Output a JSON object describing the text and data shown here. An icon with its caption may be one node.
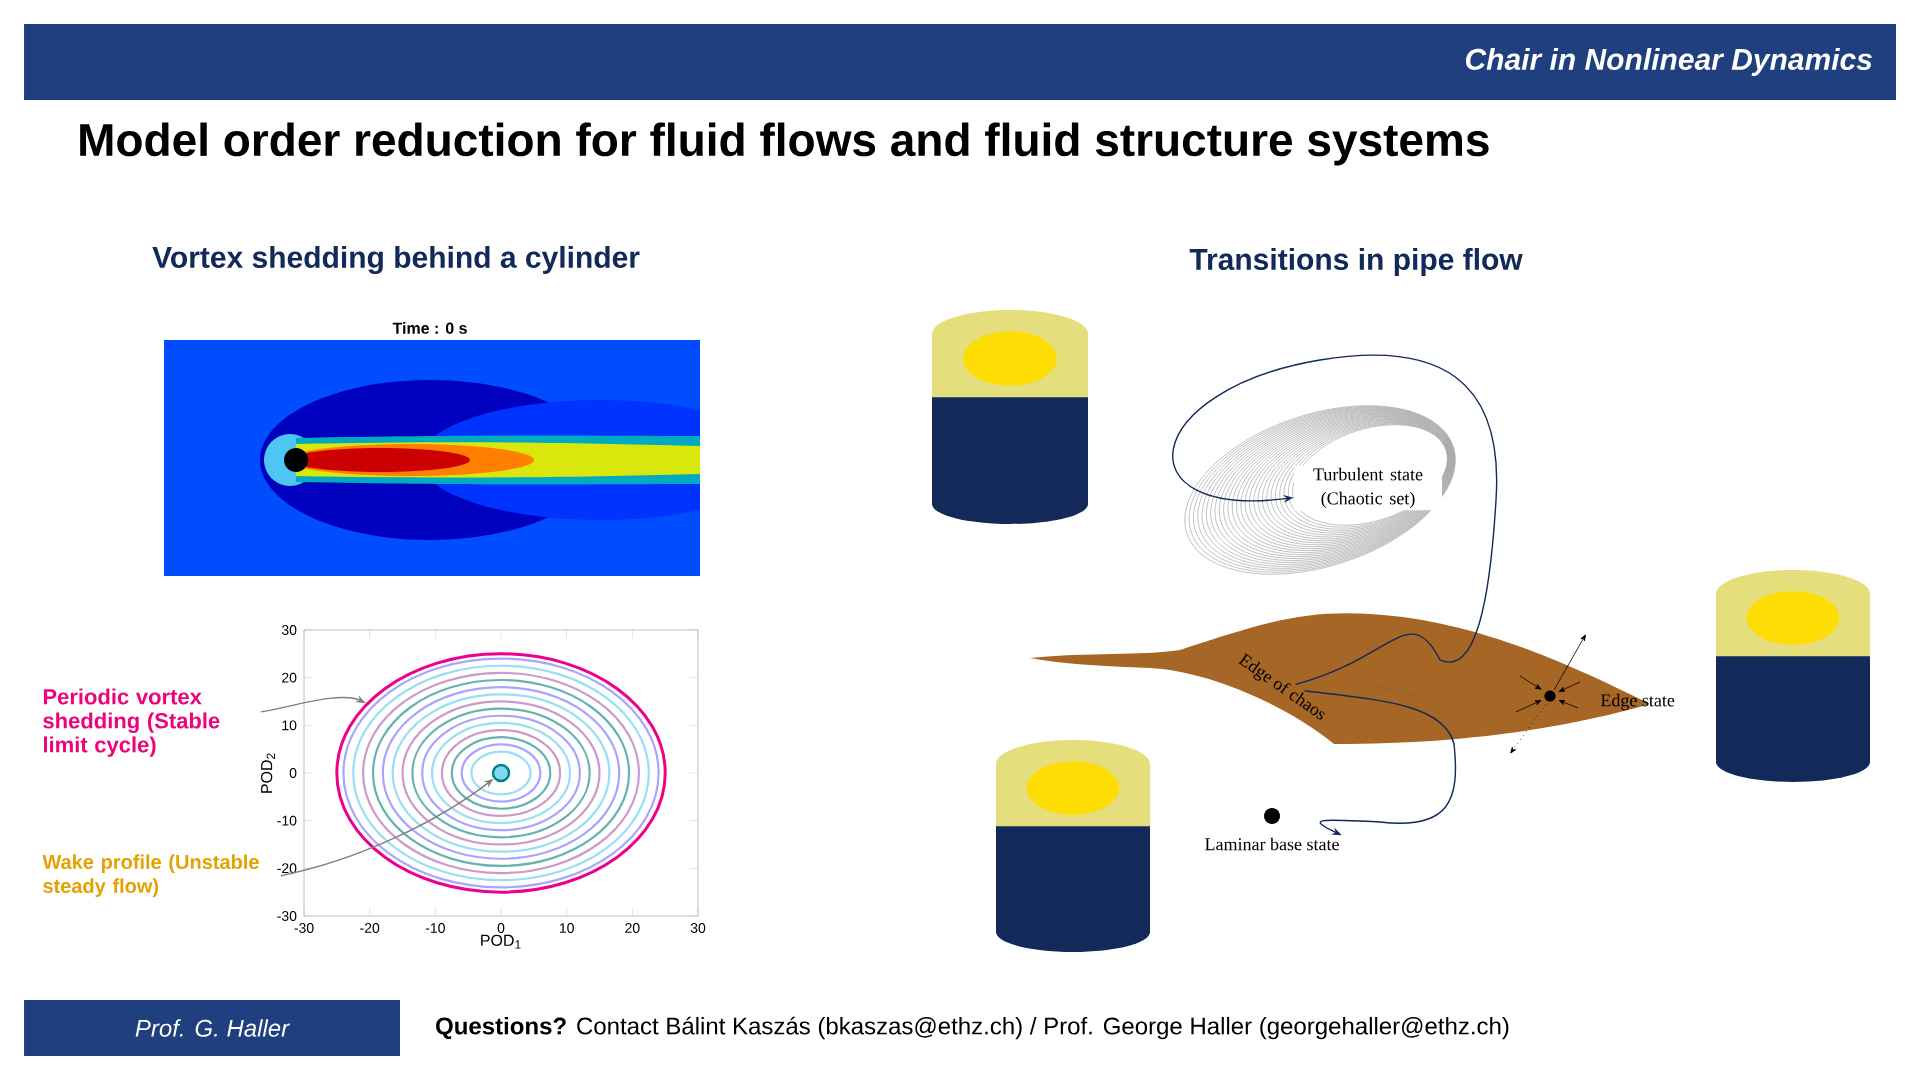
{
  "diagram": {
    "title": "Model order reduction for fluid flows and fluid structure systems",
    "nodes": [
      {
        "text": [
          "Periodic vortex shedding (Stable limit cycle)"
        ]
      },
      {
        "text": [],
        "shape": "circle"
      },
      {
        "text": [
          "Wake profile (Unstable steady flow)"
        ]
      },
      {
        "text": [],
        "shape": "circle",
        "in": 1
      },
      {
        "text": [
          "Turbulent state (Chaotic set)"
        ]
      },
      {
        "text": [
          "Edge of chaos"
        ]
      },
      {
        "text": [
          "Laminar base state"
        ]
      }
    ],
    "edges": [
      {
        "from": 0,
        "to": 1,
        "arrow": "to",
        "color": "#808080"
      },
      {
        "from": 2,
        "to": 3,
        "arrow": "to",
        "color": "#808080"
      },
      {
        "from": 5,
        "to": 4,
        "arrow": "to",
        "color": "#12295a"
      },
      {
        "from": 5,
        "to": 6,
        "arrow": "to",
        "color": "#12295a"
      }
    ],
    "labels": [
      "Chair in Nonlinear Dynamics",
      "Vortex shedding behind a cylinder",
      "Time : 0 s",
      "Transitions in pipe flow",
      "Edge state",
      "Prof. G. Haller",
      "**Questions?** Contact Bálint Kaszás (bkaszas@ethz.ch) / Prof. George Haller (georgehaller@ethz.ch)"
    ],
    "chart_data": {
      "type": "line",
      "xlabel": "POD$_{1}$",
      "ylabel": "POD$_{2}$",
      "xlim": [
        -30,
        30
      ],
      "ylim": [
        -30,
        30
      ],
      "xticks": [
        -30,
        -20,
        -10,
        0,
        10,
        20,
        30
      ],
      "yticks": [
        -30,
        -20,
        -10,
        0,
        10,
        20,
        30
      ]
    }
  }
}
